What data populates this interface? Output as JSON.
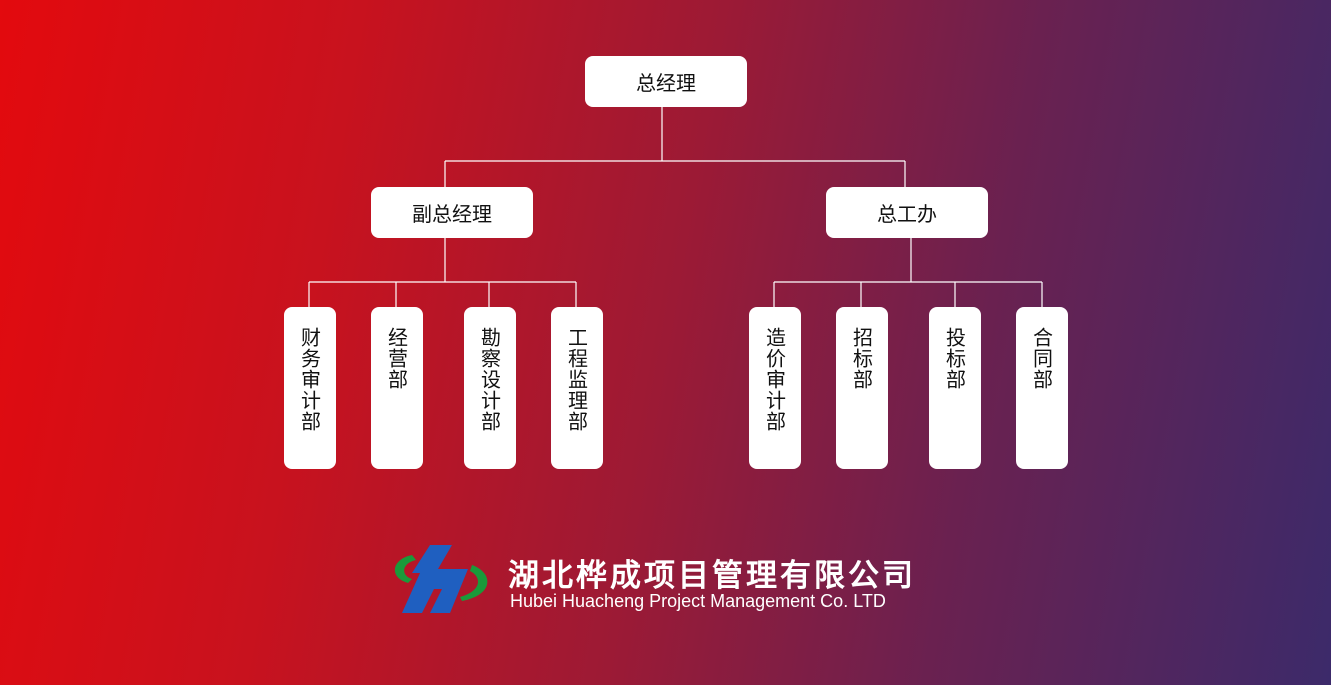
{
  "top": "总经理",
  "mid": [
    "副总经理",
    "总工办"
  ],
  "left_depts": [
    "财务审计部",
    "经营部",
    "勘察设计部",
    "工程监理部"
  ],
  "right_depts": [
    "造价审计部",
    "招标部",
    "投标部",
    "合同部"
  ],
  "company": {
    "name_cn": "湖北桦成项目管理有限公司",
    "name_en": "Hubei Huacheng Project Management Co. LTD"
  },
  "colors": {
    "logo_blue": "#1f5fc0",
    "logo_green": "#1a9a3a"
  }
}
